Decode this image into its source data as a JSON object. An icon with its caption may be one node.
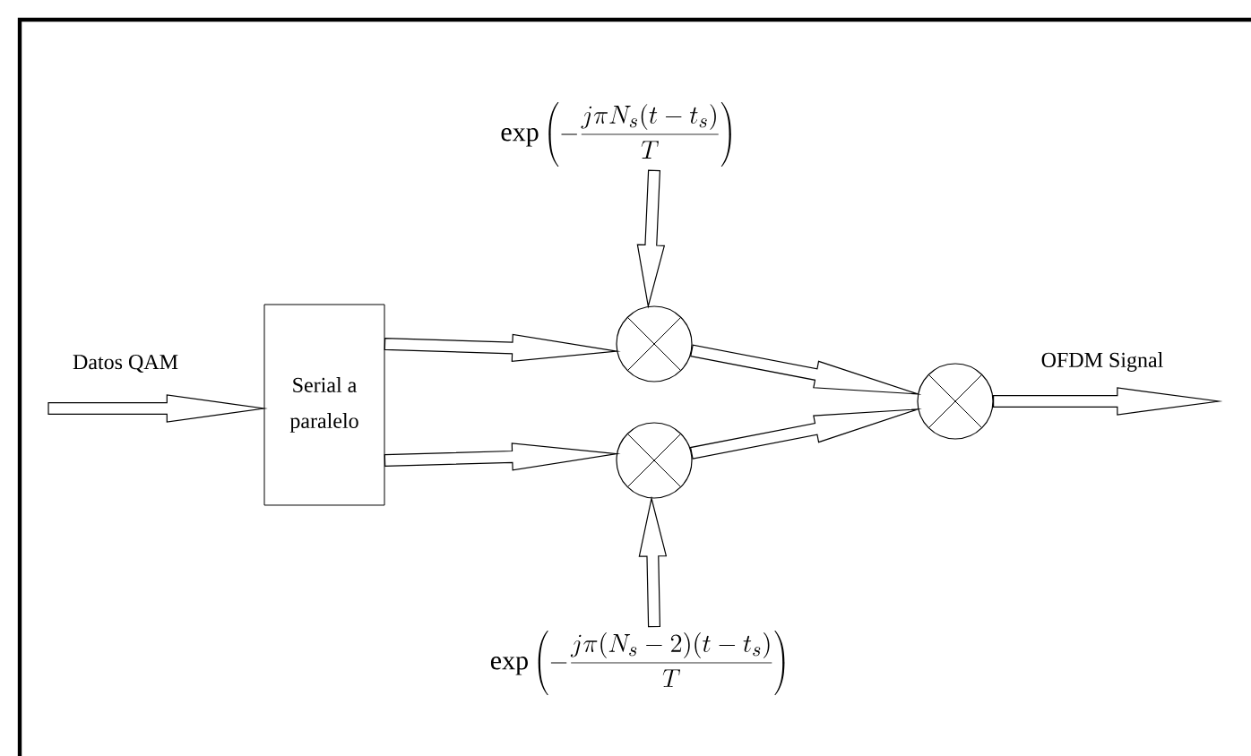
{
  "diagram": {
    "nodes": [
      {
        "text": [
          "Serial a paralelo"
        ]
      },
      {
        "text": [
          "\\exp\\left(-\\frac{j\\pi N_s(t-t_s)}{T}\\right)"
        ]
      },
      {
        "text": [],
        "shape": "circle"
      },
      {
        "text": [],
        "shape": "circle"
      },
      {
        "text": [],
        "shape": "circle"
      },
      {
        "text": [
          "\\exp\\left(-\\frac{j\\pi (N_s-2)(t-t_s)}{T}\\right)"
        ]
      }
    ],
    "edges": [
      {
        "from": null,
        "to": 0,
        "arrow": "to",
        "label": "Datos QAM"
      },
      {
        "from": 0,
        "to": 2,
        "arrow": "to"
      },
      {
        "from": 0,
        "to": 3,
        "arrow": "to"
      },
      {
        "from": 1,
        "to": 2,
        "arrow": "to"
      },
      {
        "from": 5,
        "to": 3,
        "arrow": "to"
      },
      {
        "from": 2,
        "to": 4,
        "arrow": "to"
      },
      {
        "from": 3,
        "to": 4,
        "arrow": "to"
      },
      {
        "from": 4,
        "to": null,
        "arrow": "to",
        "label": "OFDM Signal"
      }
    ]
  }
}
